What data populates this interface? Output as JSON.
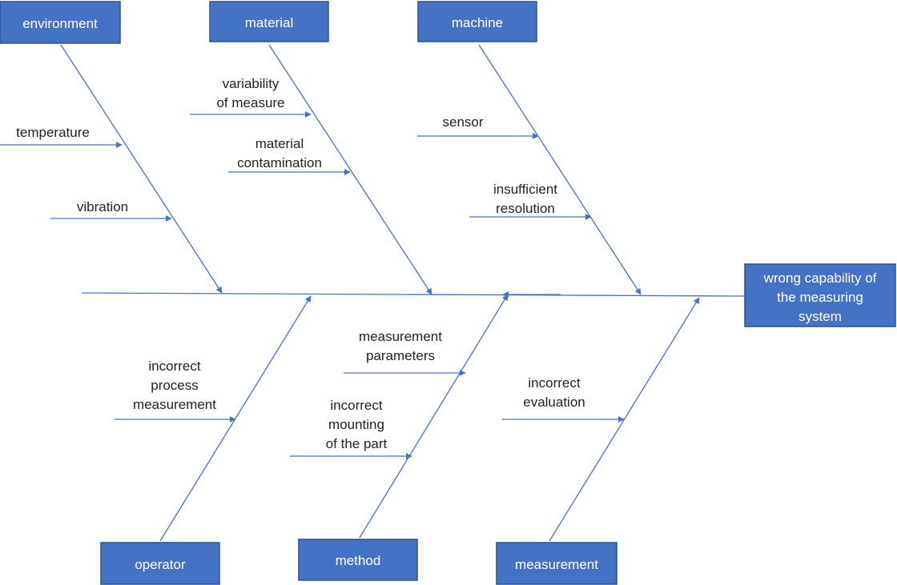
{
  "colors": {
    "box_fill": "#4472c4",
    "box_border": "#2f528f",
    "line": "#4472c4",
    "text": "#222222",
    "box_text": "#ffffff"
  },
  "effect": {
    "lines": [
      "wrong capability of",
      "the measuring",
      "system"
    ]
  },
  "categories": [
    {
      "label": "environment"
    },
    {
      "label": "material"
    },
    {
      "label": "machine"
    },
    {
      "label": "operator"
    },
    {
      "label": "method"
    },
    {
      "label": "measurement"
    }
  ],
  "causes": [
    {
      "lines": [
        "temperature"
      ]
    },
    {
      "lines": [
        "vibration"
      ]
    },
    {
      "lines": [
        "variability",
        "of measure"
      ]
    },
    {
      "lines": [
        "material",
        "contamination"
      ]
    },
    {
      "lines": [
        "sensor"
      ]
    },
    {
      "lines": [
        "insufficient",
        "resolution"
      ]
    },
    {
      "lines": [
        "incorrect",
        "process",
        "measurement"
      ]
    },
    {
      "lines": [
        "measurement",
        "parameters"
      ]
    },
    {
      "lines": [
        "incorrect",
        "mounting",
        "of the part"
      ]
    },
    {
      "lines": [
        "incorrect",
        "evaluation"
      ]
    }
  ]
}
